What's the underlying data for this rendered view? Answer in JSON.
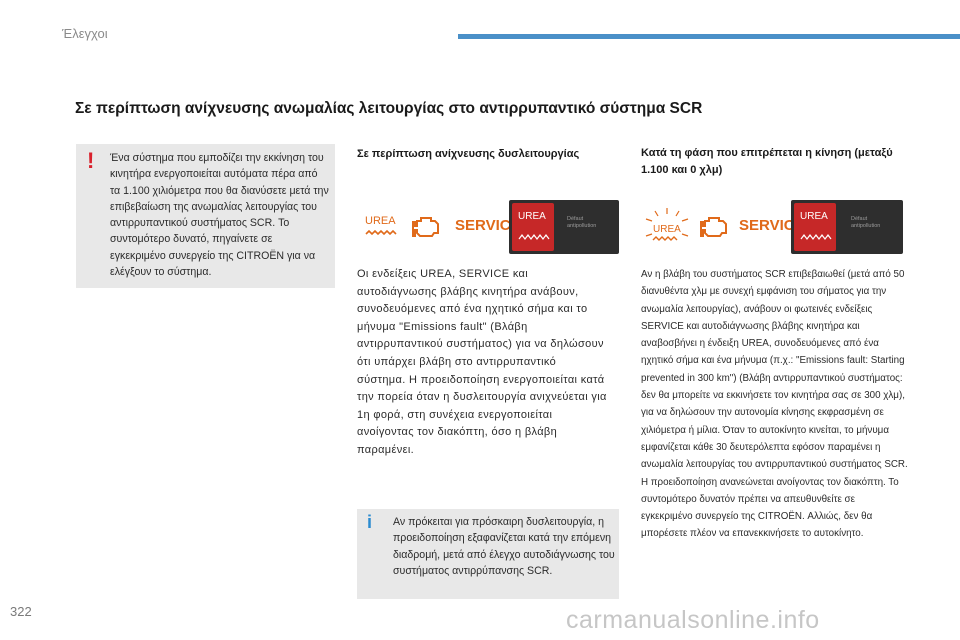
{
  "section_header": "Έλεγχοι",
  "main_title": "Σε περίπτωση ανίχνευσης ανωμαλίας λειτουργίας στο αντιρρυπαντικό σύστημα SCR",
  "warning_box": {
    "text": "Ένα σύστημα που εμποδίζει την εκκίνηση του κινητήρα ενεργοποιείται αυτόματα πέρα από τα 1.100 χιλιόμετρα που θα διανύσετε μετά την επιβεβαίωση της ανωμαλίας λειτουργίας του αντιρρυπαντικού συστήματος SCR. Το συντομότερο δυνατό, πηγαίνετε σε εγκεκριμένο συνεργείο της CITROËN για να ελέγξουν το σύστημα."
  },
  "column2": {
    "heading": "Σε περίπτωση ανίχνευσης δυσλειτουργίας",
    "body": "Οι ενδείξεις UREA, SERVICE και αυτοδιάγνωσης βλάβης κινητήρα ανάβουν, συνοδευόμενες από ένα ηχητικό σήμα και το μήνυμα \"Emissions fault\" (Βλάβη αντιρρυπαντικού συστήματος) για να δηλώσουν ότι υπάρχει βλάβη στο αντιρρυπαντικό σύστημα. Η προειδοποίηση ενεργοποιείται κατά την πορεία όταν η δυσλειτουργία ανιχνεύεται για 1η φορά, στη συνέχεια ενεργοποιείται ανοίγοντας τον διακόπτη, όσο η βλάβη παραμένει."
  },
  "column3": {
    "heading": "Κατά τη φάση που επιτρέπεται η κίνηση (μεταξύ 1.100 και 0 χλμ)",
    "body": "Αν η βλάβη του συστήματος SCR επιβεβαιωθεί (μετά από 50 διανυθέντα χλμ με συνεχή εμφάνιση του σήματος για την ανωμαλία λειτουργίας), ανάβουν οι φωτεινές ενδείξεις SERVICE και αυτοδιάγνωσης βλάβης κινητήρα και αναβοσβήνει η ένδειξη UREA, συνοδευόμενες από ένα ηχητικό σήμα και ένα μήνυμα (π.χ.: \"Emissions fault: Starting prevented in 300 km\") (Βλάβη αντιρρυπαντικού συστήματος: δεν θα μπορείτε να εκκινήσετε τον κινητήρα σας σε 300 χλμ), για να δηλώσουν την αυτονομία κίνησης εκφρασμένη σε χιλιόμετρα ή μίλια. Όταν το αυτοκίνητο κινείται, το μήνυμα εμφανίζεται κάθε 30 δευτερόλεπτα εφόσον παραμένει η ανωμαλία λειτουργίας του αντιρρυπαντικού συστήματος SCR. Η προειδοποίηση ανανεώνεται ανοίγοντας τον διακόπτη. Το συντομότερο δυνατόν πρέπει να απευθυνθείτε σε εγκεκριμένο συνεργείο της CITROËN. Αλλιώς, δεν θα μπορέσετε πλέον να επανεκκινήσετε το αυτοκίνητο."
  },
  "info_box": {
    "text": "Αν πρόκειται για πρόσκαιρη δυσλειτουργία, η προειδοποίηση εξαφανίζεται κατά την επόμενη διαδρομή, μετά από έλεγχο αυτοδιάγνωσης του συστήματος αντιρρύπανσης SCR."
  },
  "indicators": {
    "urea_label": "UREA",
    "service_label": "SERVICE",
    "display_label": "Défaut antipollution"
  },
  "colors": {
    "accent_blue": "#4a90c8",
    "warning_red": "#d9212c",
    "urea_orange": "#e06a1a",
    "info_blue": "#2b8bd0"
  },
  "page_number": "322",
  "watermark": "carmanualsonline.info"
}
